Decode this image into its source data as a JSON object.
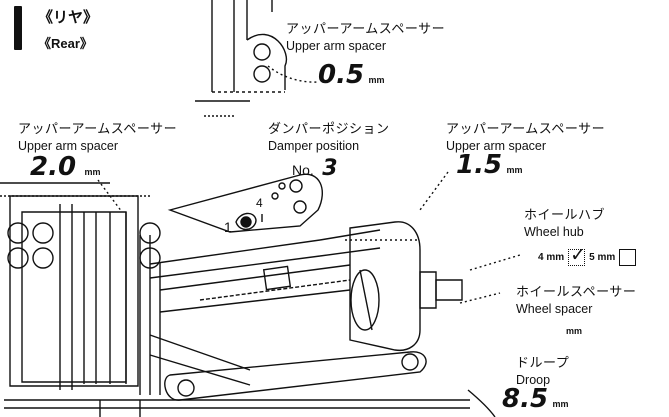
{
  "header": {
    "jp": "《リヤ》",
    "en": "《Rear》"
  },
  "top_spacer": {
    "jp": "アッパーアームスペーサー",
    "en": "Upper arm spacer",
    "value": "0.5",
    "unit": "mm"
  },
  "left_spacer": {
    "jp": "アッパーアームスペーサー",
    "en": "Upper arm spacer",
    "value": "2.0",
    "unit": "mm"
  },
  "damper": {
    "jp": "ダンパーポジション",
    "en": "Damper position",
    "no_label": "No.",
    "value": "3",
    "hole_1": "1",
    "hole_4": "4"
  },
  "right_spacer": {
    "jp": "アッパーアームスペーサー",
    "en": "Upper arm spacer",
    "value": "1.5",
    "unit": "mm"
  },
  "wheel_hub": {
    "jp": "ホイールハブ",
    "en": "Wheel hub",
    "option_4": "4 mm",
    "option_5": "5 mm"
  },
  "wheel_spacer": {
    "jp": "ホイールスペーサー",
    "en": "Wheel spacer",
    "unit": "mm"
  },
  "droop": {
    "jp": "ドループ",
    "en": "Droop",
    "value": "8.5",
    "unit": "mm"
  }
}
